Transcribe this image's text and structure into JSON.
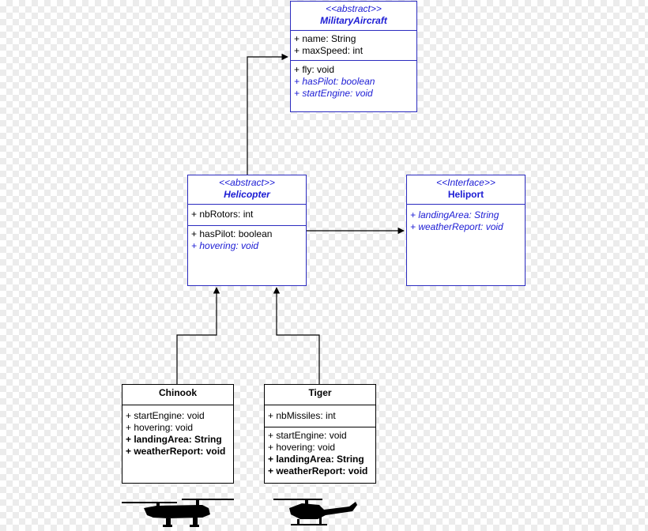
{
  "classes": {
    "military_aircraft": {
      "stereotype": "<<abstract>>",
      "name": "MilitaryAircraft",
      "attributes": [
        "+ name: String",
        "+ maxSpeed: int"
      ],
      "operations": [
        "+ fly: void",
        "+ hasPilot: boolean",
        "+ startEngine: void"
      ]
    },
    "helicopter": {
      "stereotype": "<<abstract>>",
      "name": "Helicopter",
      "attributes": [
        "+ nbRotors: int"
      ],
      "operations": [
        "+ hasPilot: boolean",
        "+ hovering: void"
      ]
    },
    "heliport": {
      "stereotype": "<<Interface>>",
      "name": "Heliport",
      "operations": [
        "+ landingArea: String",
        "+ weatherReport: void"
      ]
    },
    "chinook": {
      "name": "Chinook",
      "operations": [
        "+ startEngine: void",
        "+ hovering: void",
        "+ landingArea: String",
        "+ weatherReport: void"
      ]
    },
    "tiger": {
      "name": "Tiger",
      "attributes": [
        "+ nbMissiles: int"
      ],
      "operations": [
        "+ startEngine: void",
        "+ hovering: void",
        "+ landingArea: String",
        "+ weatherReport: void"
      ]
    }
  },
  "silhouettes": [
    "chinook-helicopter-icon",
    "tiger-helicopter-icon"
  ],
  "colors": {
    "interface_border": "#2b2bbf",
    "interface_text": "#1c1cd4",
    "concrete_border": "#000000"
  }
}
